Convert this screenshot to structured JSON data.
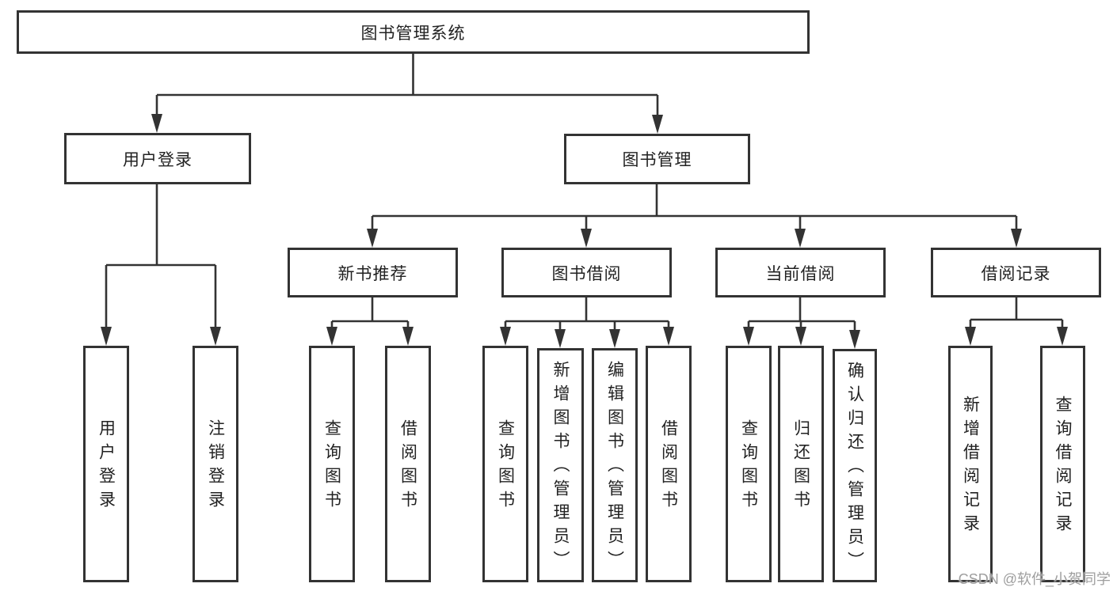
{
  "diagram": {
    "root": {
      "label": "图书管理系统"
    },
    "level2": [
      {
        "label": "用户登录"
      },
      {
        "label": "图书管理"
      }
    ],
    "level3": [
      {
        "label": "新书推荐"
      },
      {
        "label": "图书借阅"
      },
      {
        "label": "当前借阅"
      },
      {
        "label": "借阅记录"
      }
    ],
    "leaves": [
      {
        "parent": "用户登录",
        "label": "用户登录"
      },
      {
        "parent": "用户登录",
        "label": "注销登录"
      },
      {
        "parent": "新书推荐",
        "label": "查询图书"
      },
      {
        "parent": "新书推荐",
        "label": "借阅图书"
      },
      {
        "parent": "图书借阅",
        "label": "查询图书"
      },
      {
        "parent": "图书借阅",
        "label": "新增图书（管理员）"
      },
      {
        "parent": "图书借阅",
        "label": "编辑图书（管理员）"
      },
      {
        "parent": "图书借阅",
        "label": "借阅图书"
      },
      {
        "parent": "当前借阅",
        "label": "查询图书"
      },
      {
        "parent": "当前借阅",
        "label": "归还图书"
      },
      {
        "parent": "当前借阅",
        "label": "确认归还（管理员）"
      },
      {
        "parent": "借阅记录",
        "label": "新增借阅记录"
      },
      {
        "parent": "借阅记录",
        "label": "查询借阅记录"
      }
    ]
  },
  "watermark": {
    "text": "CSDN @软件_小贺同学"
  },
  "colors": {
    "line": "#333333",
    "box_border": "#333333",
    "text": "#222222",
    "watermark": "#9e9e9e",
    "background": "#ffffff"
  }
}
